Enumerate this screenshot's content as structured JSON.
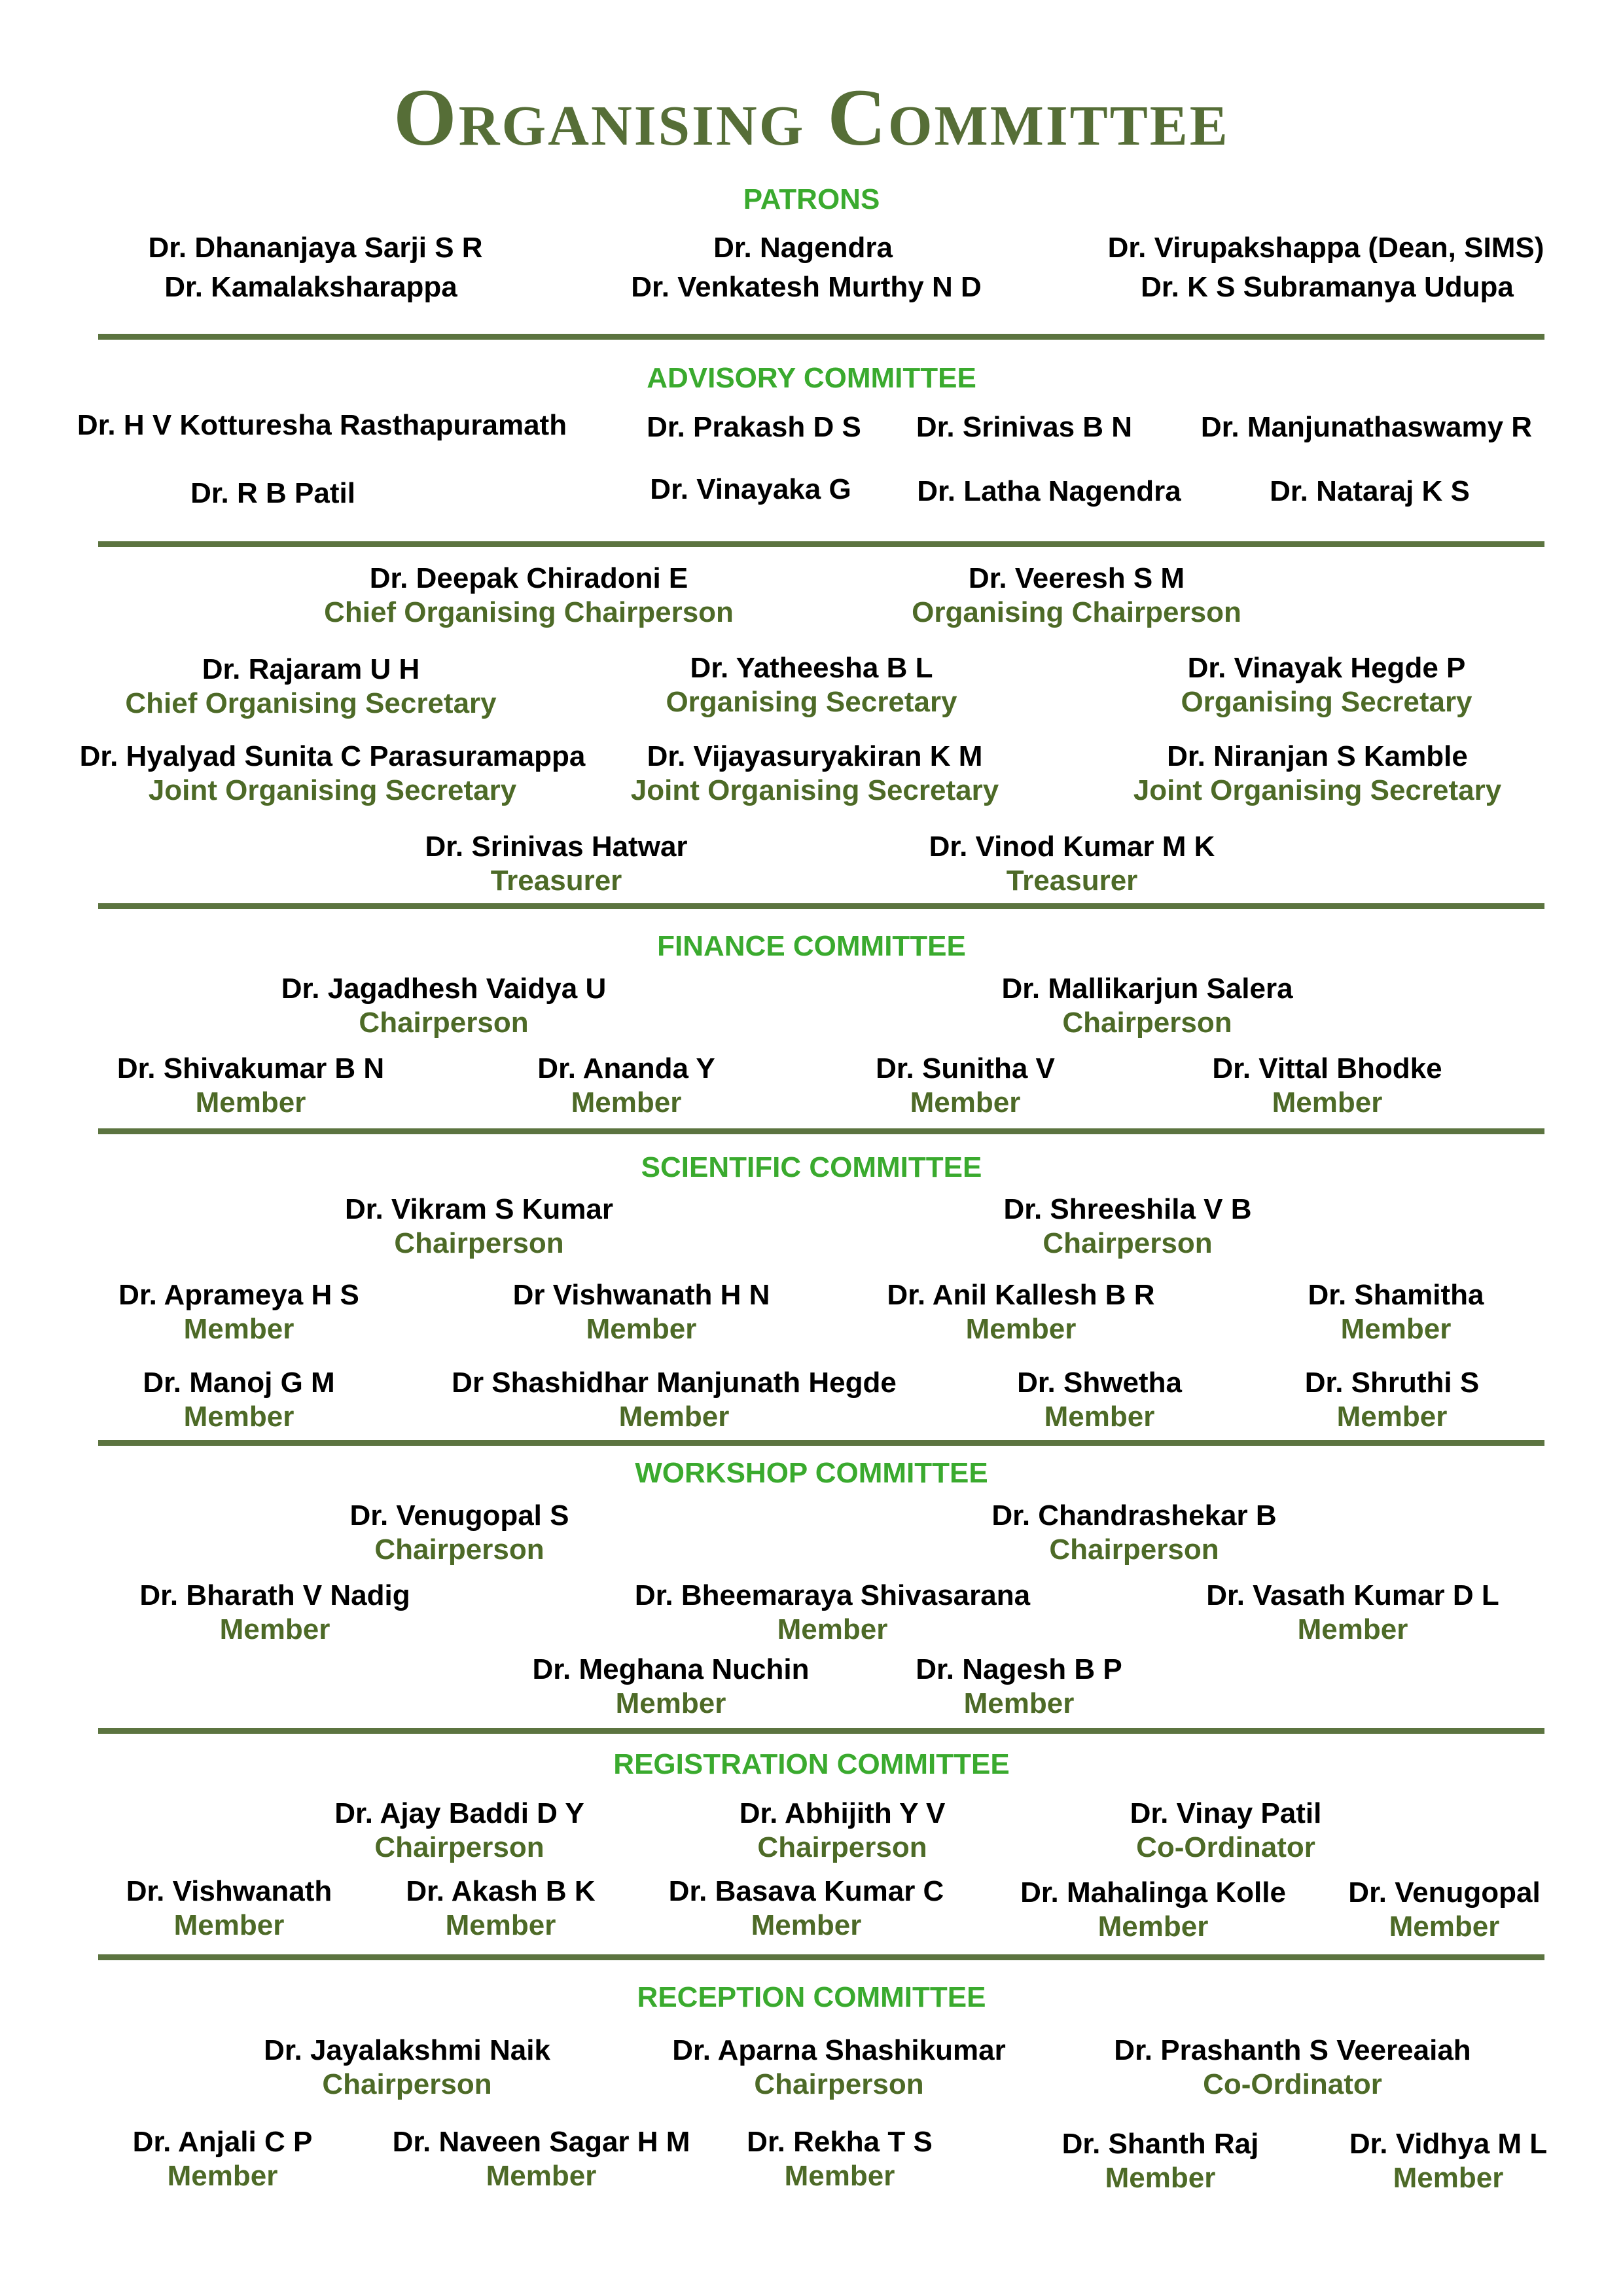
{
  "title": "Organising Committee",
  "patrons": {
    "heading": "PATRONS",
    "names": [
      "Dr. Dhananjaya Sarji S R",
      "Dr. Nagendra",
      "Dr. Virupakshappa (Dean, SIMS)",
      "Dr. Kamalaksharappa",
      "Dr. Venkatesh Murthy N D",
      "Dr. K S Subramanya Udupa"
    ]
  },
  "advisory": {
    "heading": "ADVISORY COMMITTEE",
    "names": [
      "Dr. H V Kotturesha Rasthapuramath",
      "Dr. Prakash D S",
      "Dr. Srinivas B N",
      "Dr. Manjunathaswamy R",
      "Dr. R B Patil",
      "Dr. Vinayaka G",
      "Dr. Latha Nagendra",
      "Dr. Nataraj K S"
    ]
  },
  "office": {
    "members": [
      {
        "name": "Dr. Deepak Chiradoni E",
        "role": "Chief Organising Chairperson"
      },
      {
        "name": "Dr.  Veeresh S M",
        "role": "Organising Chairperson"
      },
      {
        "name": "Dr. Rajaram U H",
        "role": "Chief  Organising Secretary"
      },
      {
        "name": "Dr. Yatheesha B L",
        "role": "Organising Secretary"
      },
      {
        "name": "Dr.  Vinayak Hegde P",
        "role": "Organising Secretary"
      },
      {
        "name": "Dr. Hyalyad Sunita C Parasuramappa",
        "role": "Joint Organising Secretary"
      },
      {
        "name": "Dr. Vijayasuryakiran K M",
        "role": "Joint Organising Secretary"
      },
      {
        "name": "Dr.  Niranjan S Kamble",
        "role": "Joint Organising Secretary"
      },
      {
        "name": "Dr. Srinivas Hatwar",
        "role": "Treasurer"
      },
      {
        "name": "Dr.  Vinod Kumar M K",
        "role": "Treasurer"
      }
    ]
  },
  "finance": {
    "heading": "FINANCE COMMITTEE",
    "members": [
      {
        "name": "Dr. Jagadhesh Vaidya U",
        "role": "Chairperson"
      },
      {
        "name": "Dr. Mallikarjun Salera",
        "role": "Chairperson"
      },
      {
        "name": "Dr. Shivakumar B N",
        "role": "Member"
      },
      {
        "name": "Dr. Ananda Y",
        "role": "Member"
      },
      {
        "name": "Dr. Sunitha V",
        "role": "Member"
      },
      {
        "name": "Dr. Vittal Bhodke",
        "role": "Member"
      }
    ]
  },
  "scientific": {
    "heading": "SCIENTIFIC COMMITTEE",
    "members": [
      {
        "name": "Dr. Vikram S Kumar",
        "role": "Chairperson"
      },
      {
        "name": "Dr. Shreeshila V B",
        "role": "Chairperson"
      },
      {
        "name": "Dr. Aprameya H S",
        "role": "Member"
      },
      {
        "name": "Dr  Vishwanath H N",
        "role": "Member"
      },
      {
        "name": "Dr. Anil Kallesh B R",
        "role": "Member"
      },
      {
        "name": "Dr. Shamitha",
        "role": "Member"
      },
      {
        "name": "Dr. Manoj G M",
        "role": "Member"
      },
      {
        "name": "Dr  Shashidhar Manjunath Hegde",
        "role": "Member"
      },
      {
        "name": "Dr. Shwetha",
        "role": "Member"
      },
      {
        "name": "Dr. Shruthi S",
        "role": "Member"
      }
    ]
  },
  "workshop": {
    "heading": "WORKSHOP COMMITTEE",
    "members": [
      {
        "name": "Dr. Venugopal S",
        "role": "Chairperson"
      },
      {
        "name": "Dr. Chandrashekar B",
        "role": "Chairperson"
      },
      {
        "name": "Dr. Bharath V Nadig",
        "role": "Member"
      },
      {
        "name": "Dr. Bheemaraya Shivasarana",
        "role": "Member"
      },
      {
        "name": "Dr. Vasath Kumar D L",
        "role": "Member"
      },
      {
        "name": "Dr. Meghana Nuchin",
        "role": "Member"
      },
      {
        "name": "Dr. Nagesh B P",
        "role": "Member"
      }
    ]
  },
  "registration": {
    "heading": "REGISTRATION COMMITTEE",
    "members": [
      {
        "name": "Dr. Ajay Baddi D Y",
        "role": "Chairperson"
      },
      {
        "name": "Dr. Abhijith Y V",
        "role": "Chairperson"
      },
      {
        "name": "Dr. Vinay Patil",
        "role": "Co-Ordinator"
      },
      {
        "name": "Dr. Vishwanath",
        "role": "Member"
      },
      {
        "name": "Dr. Akash B K",
        "role": "Member"
      },
      {
        "name": "Dr.  Basava Kumar C",
        "role": "Member"
      },
      {
        "name": "Dr. Mahalinga Kolle",
        "role": "Member"
      },
      {
        "name": "Dr. Venugopal",
        "role": "Member"
      }
    ]
  },
  "reception": {
    "heading": "RECEPTION COMMITTEE",
    "members": [
      {
        "name": "Dr. Jayalakshmi Naik",
        "role": "Chairperson"
      },
      {
        "name": "Dr. Aparna Shashikumar",
        "role": "Chairperson"
      },
      {
        "name": "Dr. Prashanth S Veereaiah",
        "role": "Co-Ordinator"
      },
      {
        "name": "Dr. Anjali C P",
        "role": "Member"
      },
      {
        "name": "Dr. Naveen Sagar H M",
        "role": "Member"
      },
      {
        "name": "Dr.  Rekha T S",
        "role": "Member"
      },
      {
        "name": "Dr. Shanth Raj",
        "role": "Member"
      },
      {
        "name": "Dr. Vidhya M L",
        "role": "Member"
      }
    ]
  },
  "colors": {
    "title": "#566e37",
    "section_heading": "#3aaa2e",
    "role": "#4d6a27",
    "divider": "#5c7440"
  }
}
